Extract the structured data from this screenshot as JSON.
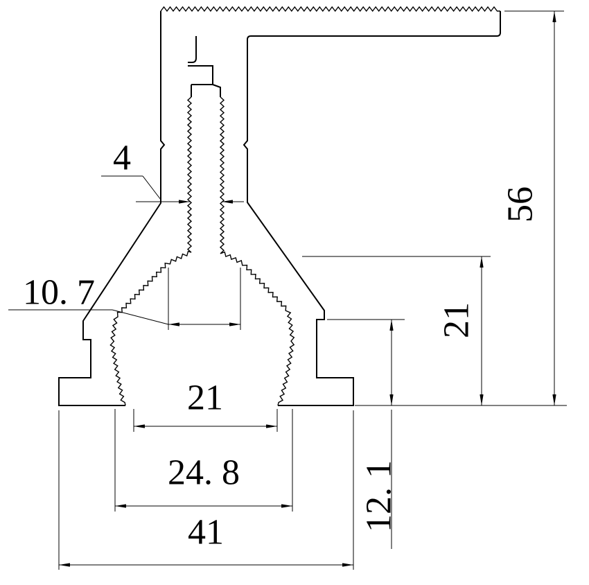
{
  "drawing": {
    "background": "#ffffff",
    "line_color": "#000000",
    "dimensions": {
      "stem_width": "4",
      "throat_width": "10. 7",
      "opening_width": "21",
      "inner_base_width": "24. 8",
      "overall_width": "41",
      "foot_height": "12. 1",
      "cavity_height": "21",
      "overall_height": "56"
    }
  }
}
